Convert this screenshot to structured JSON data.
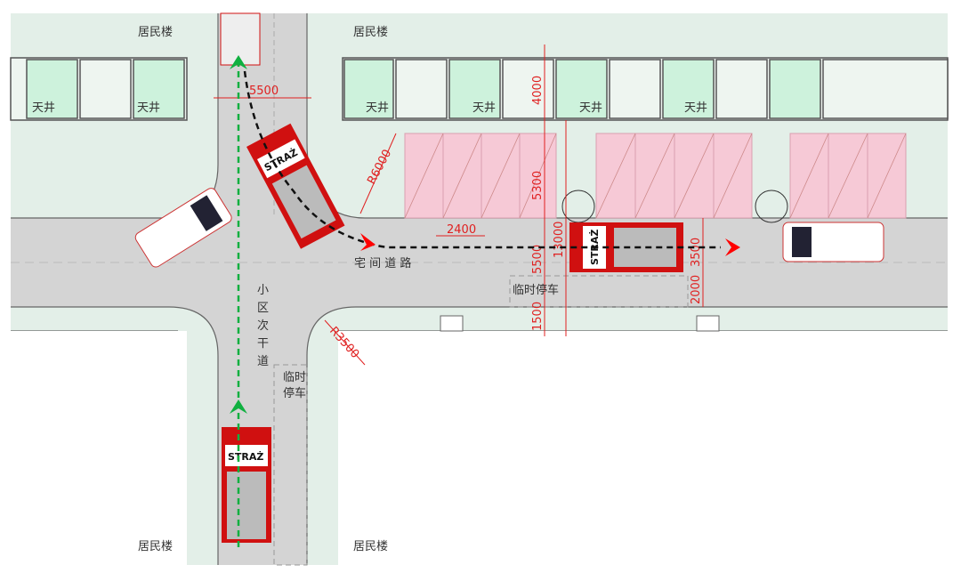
{
  "labels": {
    "residential": [
      "居民楼",
      "居民楼",
      "居民楼",
      "居民楼"
    ],
    "courtyards": [
      "天井",
      "天井",
      "天井",
      "天井",
      "天井",
      "天井"
    ],
    "main_road": "宅 间 道 路",
    "secondary_road": [
      "小",
      "区",
      "次",
      "干",
      "道"
    ],
    "temp_parking_h": "临时停车",
    "temp_parking_v": [
      "临时",
      "停车"
    ],
    "truck_text": "STRAŻ"
  },
  "dimensions": {
    "road_width_v": "5500",
    "radius_top": "R6000",
    "radius_bottom": "R3500",
    "d4000": "4000",
    "d5300": "5300",
    "d13000": "13000",
    "d5500": "5500",
    "d1500": "1500",
    "d3500": "3500",
    "d2000": "2000",
    "d2400": "2400"
  },
  "colors": {
    "road": "#d4d4d4",
    "ground": "#e3efe8",
    "courtyard": "#cdf2dc",
    "parking": "#f6c9d6",
    "dimension": "#e02020",
    "fire_truck": "#d01010",
    "path_fire": "#111111",
    "path_green": "#10b040"
  }
}
